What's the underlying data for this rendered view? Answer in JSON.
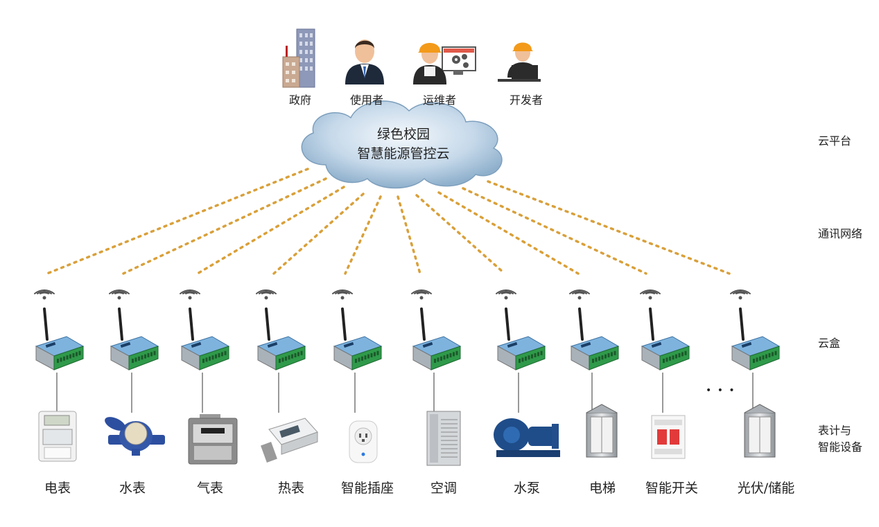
{
  "stakeholders": [
    {
      "label": "政府",
      "icon": "government-building-icon"
    },
    {
      "label": "使用者",
      "icon": "user-businessman-icon"
    },
    {
      "label": "运维者",
      "icon": "operator-engineer-icon"
    },
    {
      "label": "开发者",
      "icon": "developer-laptop-icon"
    }
  ],
  "cloud": {
    "line1": "绿色校园",
    "line2": "智慧能源管控云"
  },
  "layers": {
    "cloud_platform": "云平台",
    "network": "通讯网络",
    "cloud_box": "云盒",
    "devices_line1": "表计与",
    "devices_line2": "智能设备"
  },
  "devices": [
    {
      "label": "电表",
      "icon": "electric-meter-icon"
    },
    {
      "label": "水表",
      "icon": "water-meter-icon"
    },
    {
      "label": "气表",
      "icon": "gas-meter-icon"
    },
    {
      "label": "热表",
      "icon": "heat-meter-icon"
    },
    {
      "label": "智能插座",
      "icon": "smart-socket-icon"
    },
    {
      "label": "空调",
      "icon": "air-conditioner-icon"
    },
    {
      "label": "水泵",
      "icon": "water-pump-icon"
    },
    {
      "label": "电梯",
      "icon": "elevator-icon"
    },
    {
      "label": "智能开关",
      "icon": "smart-switch-icon"
    },
    {
      "label": "光伏/储能",
      "icon": "solar-storage-icon"
    }
  ],
  "ellipsis": "• • •",
  "colors": {
    "dotted_line": "#d9a03a",
    "cloud_fill": "#a8c4db",
    "box_blue": "#3d7fb6",
    "terminal_green": "#2f9a4a"
  }
}
